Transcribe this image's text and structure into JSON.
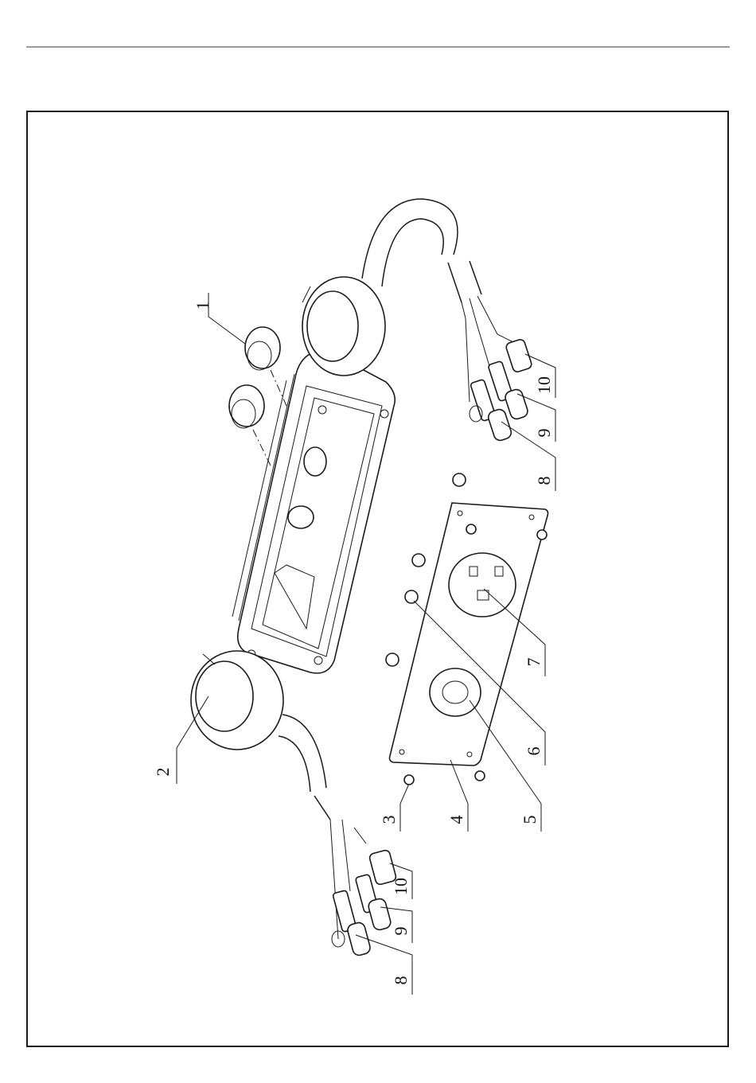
{
  "callouts": [
    {
      "id": "c1",
      "text": "1"
    },
    {
      "id": "c2",
      "text": "2"
    },
    {
      "id": "c3",
      "text": "3"
    },
    {
      "id": "c4",
      "text": "4"
    },
    {
      "id": "c5",
      "text": "5"
    },
    {
      "id": "c6",
      "text": "6"
    },
    {
      "id": "c7",
      "text": "7"
    },
    {
      "id": "c8a",
      "text": "8"
    },
    {
      "id": "c9a",
      "text": "9"
    },
    {
      "id": "c10a",
      "text": "10"
    },
    {
      "id": "c8b",
      "text": "8"
    },
    {
      "id": "c9b",
      "text": "9"
    },
    {
      "id": "c10b",
      "text": "10"
    }
  ]
}
